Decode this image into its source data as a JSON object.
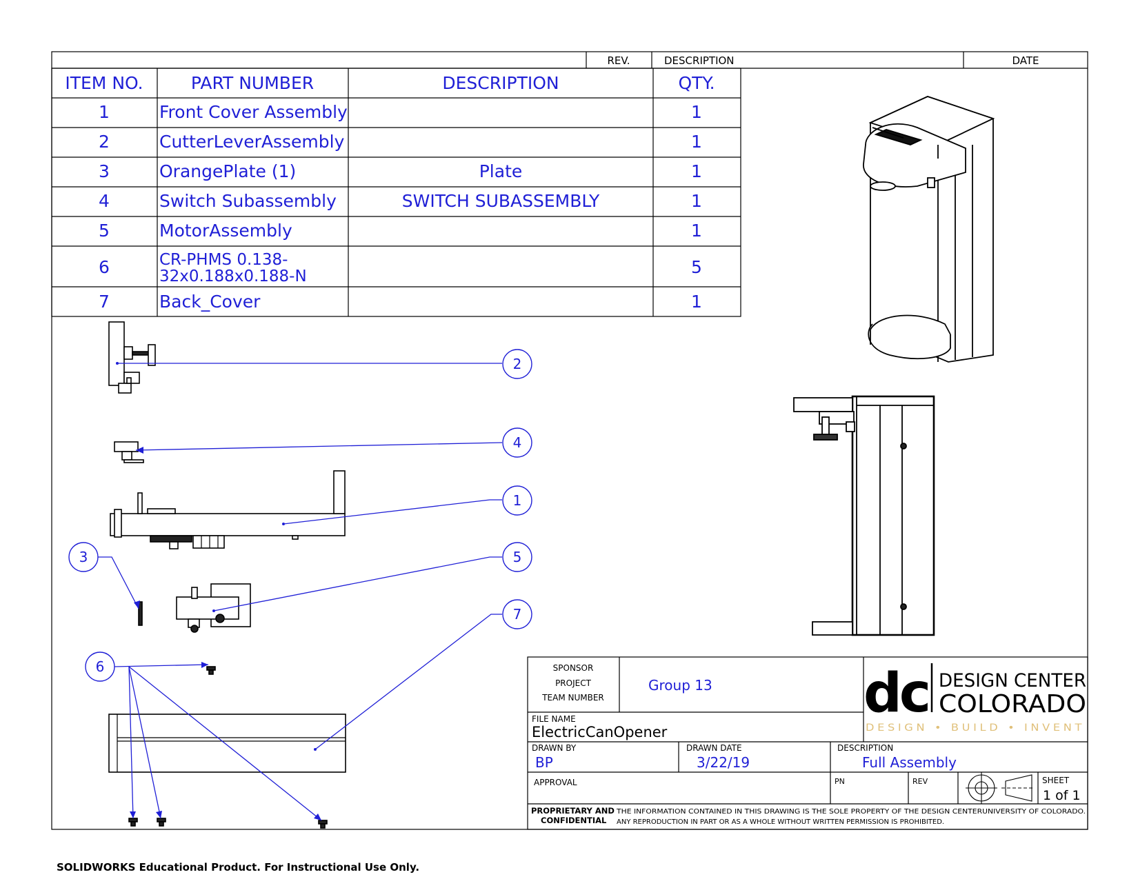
{
  "revision_block": {
    "rev_header": "REV.",
    "description_header": "DESCRIPTION",
    "date_header": "DATE"
  },
  "bom": {
    "headers": {
      "item_no": "ITEM NO.",
      "part_number": "PART NUMBER",
      "description": "DESCRIPTION",
      "qty": "QTY."
    },
    "rows": [
      {
        "item": "1",
        "part": "Front Cover Assembly",
        "desc": "",
        "qty": "1"
      },
      {
        "item": "2",
        "part": "CutterLeverAssembly",
        "desc": "",
        "qty": "1"
      },
      {
        "item": "3",
        "part": "OrangePlate (1)",
        "desc": "Plate",
        "qty": "1"
      },
      {
        "item": "4",
        "part": "Switch Subassembly",
        "desc": "SWITCH SUBASSEMBLY",
        "qty": "1"
      },
      {
        "item": "5",
        "part": "MotorAssembly",
        "desc": "",
        "qty": "1"
      },
      {
        "item": "6",
        "part_line1": "CR-PHMS 0.138-",
        "part_line2": "32x0.188x0.188-N",
        "desc": "",
        "qty": "5"
      },
      {
        "item": "7",
        "part": "Back_Cover",
        "desc": "",
        "qty": "1"
      }
    ]
  },
  "balloons": [
    "2",
    "4",
    "1",
    "5",
    "7",
    "3",
    "6"
  ],
  "title_block": {
    "sponsor_label": "SPONSOR",
    "project_label": "PROJECT",
    "team_number_label": "TEAM NUMBER",
    "team_value": "Group 13",
    "file_name_label": "FILE NAME",
    "file_name_value": "ElectricCanOpener",
    "drawn_by_label": "DRAWN BY",
    "drawn_by_value": "BP",
    "drawn_date_label": "DRAWN DATE",
    "drawn_date_value": "3/22/19",
    "description_label": "DESCRIPTION",
    "description_value": "Full Assembly",
    "approval_label": "APPROVAL",
    "pn_label": "PN",
    "rev_label": "REV",
    "sheet_label": "SHEET",
    "sheet_value": "1 of 1",
    "proprietary_line1": "PROPRIETARY AND",
    "proprietary_line2": "CONFIDENTIAL",
    "notice_line1": "THE INFORMATION CONTAINED IN THIS DRAWING IS THE SOLE PROPERTY OF THE DESIGN CENTERUNIVERSITY OF COLORADO.",
    "notice_line2": "ANY REPRODUCTION IN PART OR AS A WHOLE WITHOUT WRITTEN PERMISSION IS PROHIBITED."
  },
  "logo": {
    "mark": "dc",
    "line1": "DESIGN CENTER",
    "line2": "COLORADO",
    "tagline": "DESIGN • BUILD • INVENT"
  },
  "footer": "SOLIDWORKS Educational Product. For Instructional Use Only."
}
